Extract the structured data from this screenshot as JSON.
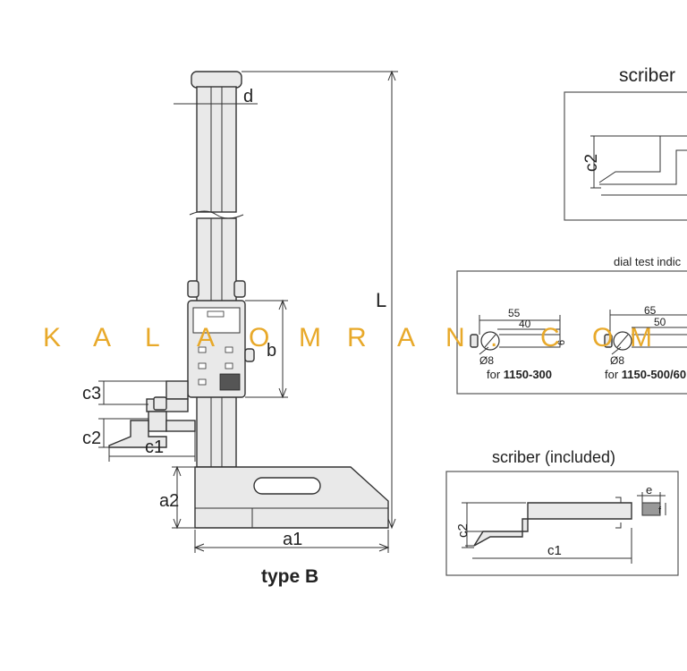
{
  "main_view": {
    "caption": "type B",
    "labels": {
      "d": "d",
      "L": "L",
      "b": "b",
      "c3": "c3",
      "c2": "c2",
      "c1": "c1",
      "a2": "a2",
      "a1": "a1"
    }
  },
  "scriber_top": {
    "title": "scriber",
    "label_c2": "c2"
  },
  "dial_test_indicator": {
    "title": "dial test indic",
    "left": {
      "dim_outer": "55",
      "dim_inner": "40",
      "dim_side": "6",
      "diameter": "Ø8",
      "caption_prefix": "for ",
      "caption_model": "1150-300"
    },
    "right": {
      "dim_outer": "65",
      "dim_inner": "50",
      "diameter": "Ø8",
      "caption_prefix": "for ",
      "caption_model": "1150-500/60"
    }
  },
  "scriber_included": {
    "title": "scriber (included)",
    "label_c2": "c2",
    "label_c1": "c1",
    "label_e": "e",
    "label_f": "f"
  },
  "watermark": {
    "text": "KALAOMRAN.COM",
    "letters": [
      "K",
      "A",
      "L",
      "A",
      "O",
      "M",
      "R",
      "A",
      "N",
      ".",
      "C",
      "O",
      "M"
    ],
    "color": "#e8a92a"
  }
}
